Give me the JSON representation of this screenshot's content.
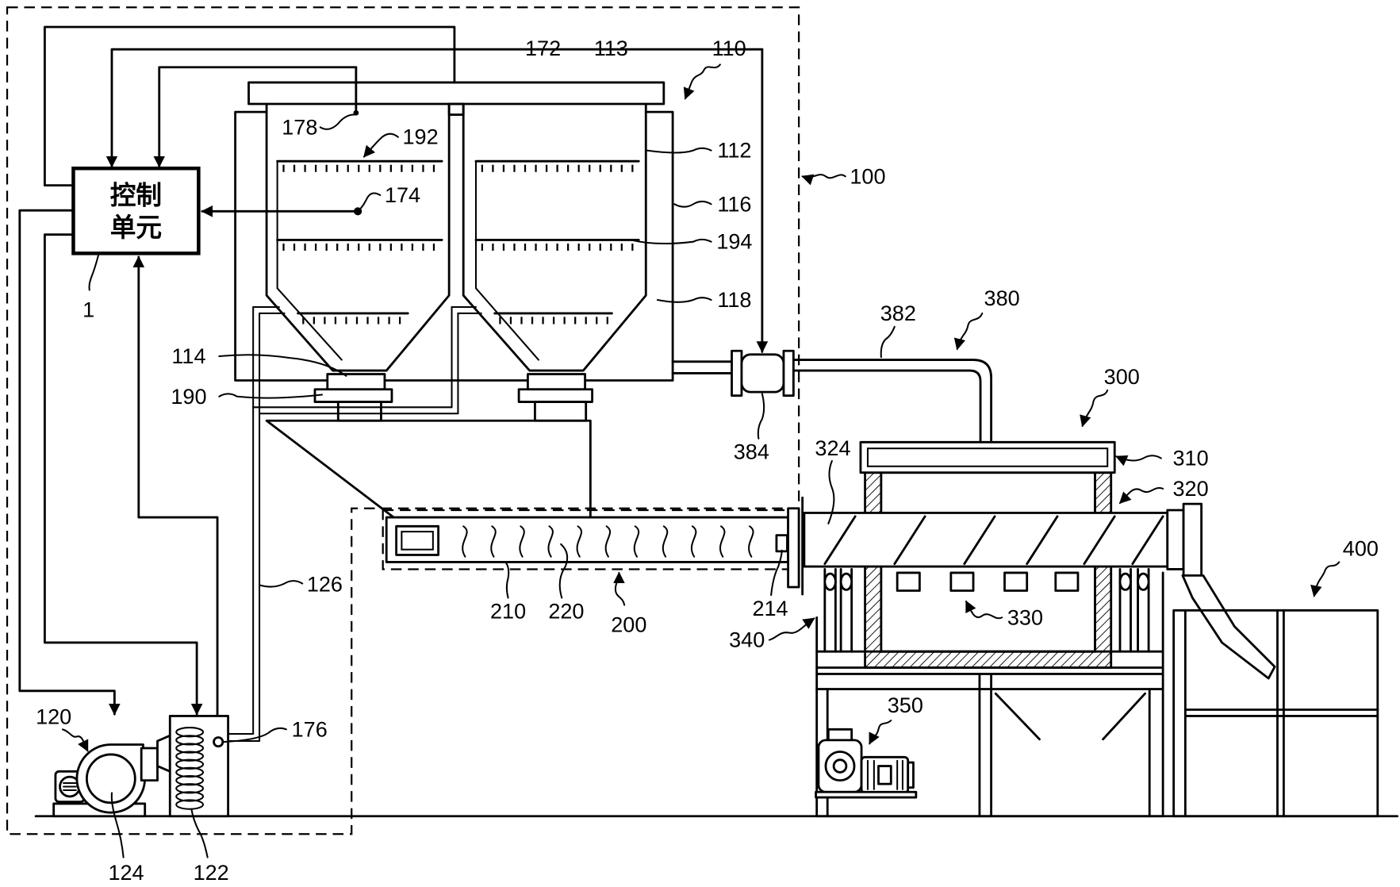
{
  "control_unit": {
    "line1": "控制",
    "line2": "单元"
  },
  "labels": {
    "l1": "1",
    "l100": "100",
    "l110": "110",
    "l112": "112",
    "l113": "113",
    "l114": "114",
    "l116": "116",
    "l118": "118",
    "l120": "120",
    "l122": "122",
    "l124": "124",
    "l126": "126",
    "l172": "172",
    "l174": "174",
    "l176": "176",
    "l178": "178",
    "l190": "190",
    "l192": "192",
    "l194": "194",
    "l200": "200",
    "l210": "210",
    "l214": "214",
    "l220": "220",
    "l300": "300",
    "l310": "310",
    "l320": "320",
    "l324": "324",
    "l330": "330",
    "l340": "340",
    "l350": "350",
    "l380": "380",
    "l382": "382",
    "l384": "384",
    "l400": "400"
  },
  "colors": {
    "ink": "#000000",
    "background": "#ffffff"
  }
}
